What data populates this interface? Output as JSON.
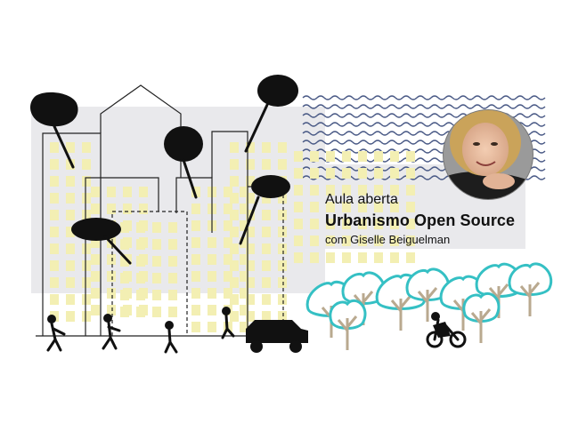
{
  "event": {
    "pretitle": "Aula aberta",
    "title": "Urbanismo Open Source",
    "subtitle": "com Giselle Beiguelman"
  },
  "colors": {
    "window_yellow": "#f3efb3",
    "panel_gray": "#e9e9ec",
    "wave_blue": "#4a5a86",
    "tree_teal": "#35c0c4",
    "ink": "#111111"
  }
}
